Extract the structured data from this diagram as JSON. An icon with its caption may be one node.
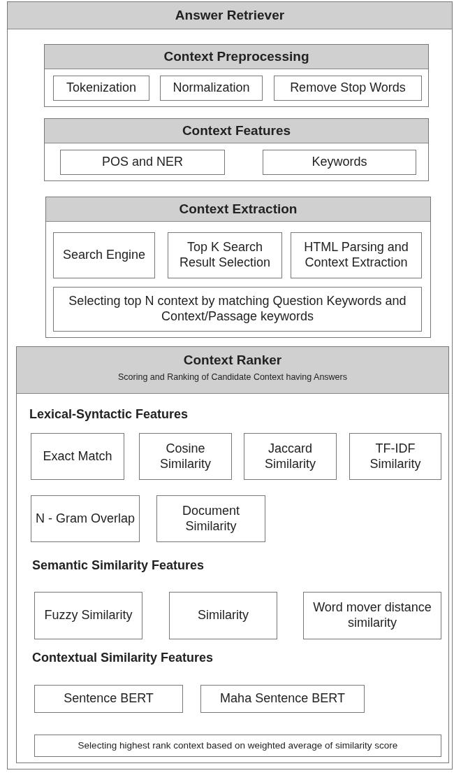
{
  "diagram": {
    "nodes": [
      {
        "text": [
          "Answer Retriever"
        ]
      },
      {
        "text": [
          "Context Preprocessing"
        ],
        "in": 0
      },
      {
        "text": [
          "Tokenization"
        ],
        "in": 1
      },
      {
        "text": [
          "Normalization"
        ],
        "in": 1
      },
      {
        "text": [
          "Remove Stop Words"
        ],
        "in": 1
      },
      {
        "text": [
          "Context Features"
        ],
        "in": 0
      },
      {
        "text": [
          "POS and NER"
        ],
        "in": 5
      },
      {
        "text": [
          "Keywords"
        ],
        "in": 5
      },
      {
        "text": [
          "Context Extraction"
        ],
        "in": 0
      },
      {
        "text": [
          "Search Engine"
        ],
        "in": 8
      },
      {
        "text": [
          "Top K Search Result Selection"
        ],
        "in": 8
      },
      {
        "text": [
          "HTML Parsing and Context Extraction"
        ],
        "in": 8
      },
      {
        "text": [
          "Selecting top N context by matching Question Keywords and Context/Passage keywords"
        ],
        "in": 8
      },
      {
        "text": [
          "Context Ranker",
          "Scoring and Ranking of Candidate Context having Answers"
        ],
        "in": 0
      },
      {
        "text": [
          "Exact Match"
        ],
        "in": 13
      },
      {
        "text": [
          "Cosine Similarity"
        ],
        "in": 13
      },
      {
        "text": [
          "Jaccard Similarity"
        ],
        "in": 13
      },
      {
        "text": [
          "TF-IDF Similarity"
        ],
        "in": 13
      },
      {
        "text": [
          "N - Gram Overlap"
        ],
        "in": 13
      },
      {
        "text": [
          "Document Similarity"
        ],
        "in": 13
      },
      {
        "text": [
          "Fuzzy Similarity"
        ],
        "in": 13
      },
      {
        "text": [
          "Similarity"
        ],
        "in": 13
      },
      {
        "text": [
          "Word mover distance similarity"
        ],
        "in": 13
      },
      {
        "text": [
          "Sentence BERT"
        ],
        "in": 13
      },
      {
        "text": [
          "Maha Sentence BERT"
        ],
        "in": 13
      },
      {
        "text": [
          "Selecting highest rank context based on weighted average of similarity score"
        ],
        "in": 13
      }
    ],
    "labels": [
      "Lexical-Syntactic Features",
      "Semantic Similarity Features",
      "Contextual Similarity Features"
    ]
  }
}
